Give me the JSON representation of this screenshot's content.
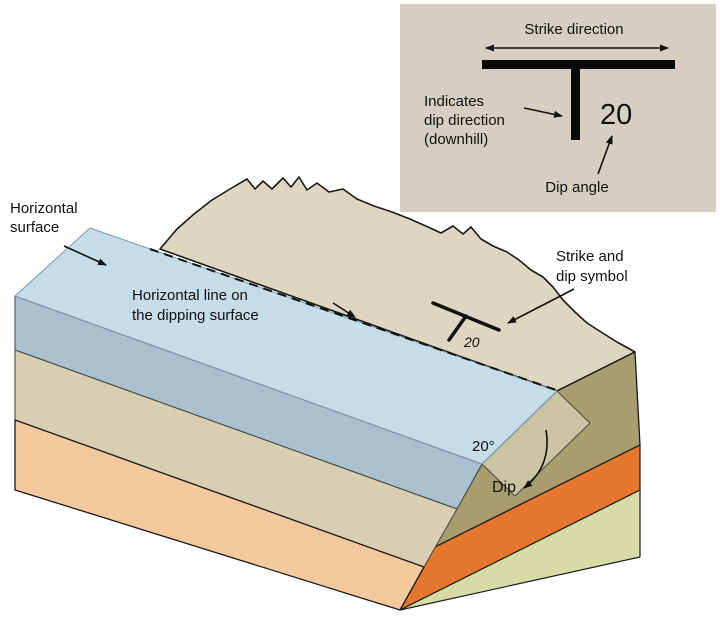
{
  "inset": {
    "title": "Strike direction",
    "indicates_line1": "Indicates",
    "indicates_line2": "dip direction",
    "indicates_line3": "(downhill)",
    "dip_value": "20",
    "dip_angle_label": "Dip angle"
  },
  "labels": {
    "horizontal_surface_line1": "Horizontal",
    "horizontal_surface_line2": "surface",
    "horizontal_line_line1": "Horizontal line on",
    "horizontal_line_line2": "the dipping surface",
    "strike_dip_line1": "Strike and",
    "strike_dip_line2": "dip symbol",
    "map_symbol_dip": "20",
    "dip_angle": "20°",
    "dip": "Dip"
  },
  "colors": {
    "inset_bg": "#d6cec0",
    "terrain": "#ded6c1",
    "plane": "#b5d3e3",
    "front_band_blue": "#a9c0cf",
    "front_band_tan": "#d8ceb2",
    "front_band_peach": "#f5c99e",
    "side_olive": "#a89d6e",
    "side_tan_strip": "#ccc3a2",
    "side_orange": "#e4772c",
    "side_green": "#d7dca6"
  }
}
